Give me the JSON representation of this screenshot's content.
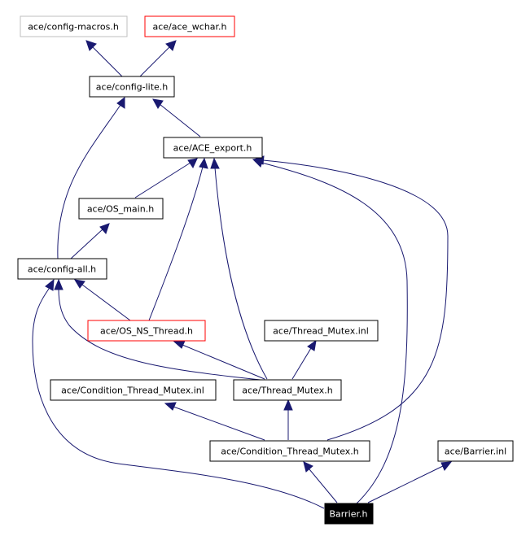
{
  "diagram": {
    "colors": {
      "edge": "#191970",
      "border_default": "#000000",
      "border_external": "#bfbfbf",
      "border_missing": "#ff0000",
      "root_fill": "#000000",
      "root_text": "#ffffff"
    },
    "nodes": {
      "config_macros": "ace/config-macros.h",
      "ace_wchar": "ace/ace_wchar.h",
      "config_lite": "ace/config-lite.h",
      "ace_export": "ace/ACE_export.h",
      "os_main": "ace/OS_main.h",
      "config_all": "ace/config-all.h",
      "os_ns_thread": "ace/OS_NS_Thread.h",
      "thread_mutex_inl": "ace/Thread_Mutex.inl",
      "condition_thread_mutex_inl": "ace/Condition_Thread_Mutex.inl",
      "thread_mutex": "ace/Thread_Mutex.h",
      "condition_thread_mutex": "ace/Condition_Thread_Mutex.h",
      "barrier_inl": "ace/Barrier.inl",
      "barrier": "Barrier.h"
    }
  }
}
